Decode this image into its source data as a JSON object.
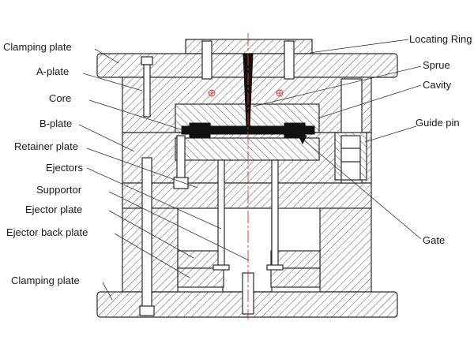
{
  "colors": {
    "outline": "#2a2a2a",
    "hatch": "#5a5a5a",
    "fill": "#ffffff",
    "melt": "#111111",
    "centerline": "#d9302b",
    "text": "#1a1a1a"
  },
  "labels": {
    "clamping_plate_top": "Clamping plate",
    "a_plate": "A-plate",
    "core": "Core",
    "b_plate": "B-plate",
    "retainer_plate": "Retainer plate",
    "ejectors": "Ejectors",
    "supportor": "Supportor",
    "ejector_plate": "Ejector plate",
    "ejector_back_plate": "Ejector back plate",
    "clamping_plate_bottom": "Clamping plate",
    "locating_ring": "Locating Ring",
    "sprue": "Sprue",
    "cavity": "Cavity",
    "guide_pin": "Guide pin",
    "gate": "Gate"
  }
}
